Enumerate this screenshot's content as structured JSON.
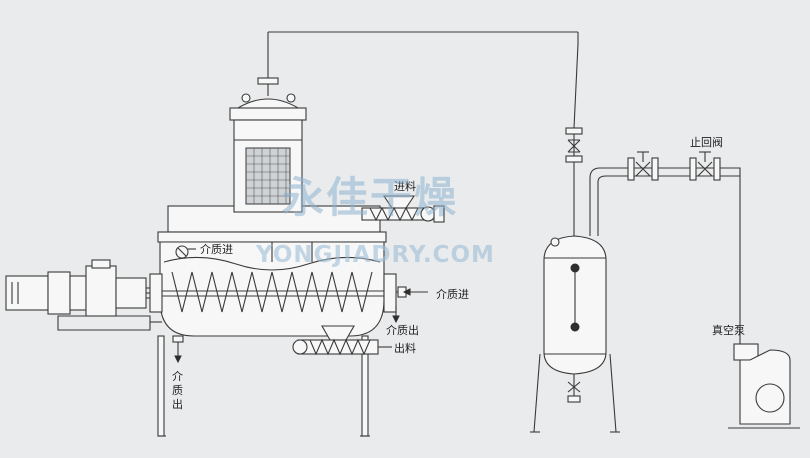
{
  "labels": {
    "feed_in": "进料",
    "medium_in_1": "介质进",
    "medium_in_2": "介质进",
    "medium_out_1": "介质出",
    "medium_out_2": "介质\n出",
    "discharge": "出料",
    "check_valve": "止回阀",
    "vacuum_pump": "真空泵"
  },
  "watermark": {
    "cn": "永佳干燥",
    "en": "YONGJIADRY.COM"
  },
  "colors": {
    "background": "#e9ebec",
    "line": "#3a3a3a",
    "watermark": "#8fb3cf"
  }
}
